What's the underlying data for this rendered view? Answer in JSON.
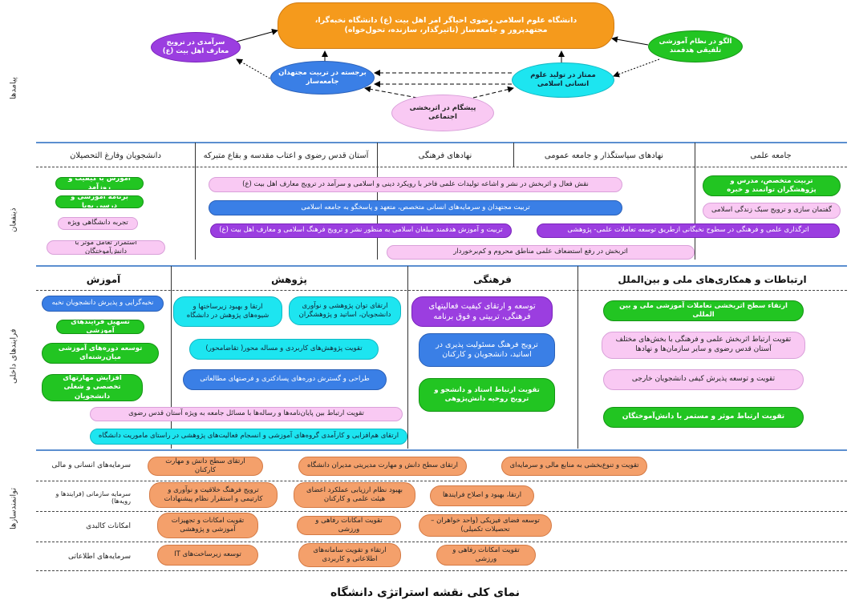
{
  "outcomes": {
    "side_label": "پیامدها",
    "top": "دانشگاه علوم اسلامی رضوی احیاگر امر اهل بیت (ع) دانشگاه نخبه‌گرا، مجتهدپرور و جامعه‌ساز (تاثیرگذار، سازنده، تحول‌خواه)",
    "left_purple": "سرآمدی در ترویج معارف اهل بیت (ع)",
    "blue_oval": "برجسته در تربیت مجتهدان جامعه‌ساز",
    "cyan_oval": "ممتاز در تولید علوم انسانی اسلامی",
    "green_oval": "الگو در نظام آموزشی تلفیقی هدفمند",
    "pink_oval": "پیشگام در اثربخشی اجتماعی"
  },
  "stakeholders": {
    "side_label": "ذینفعان",
    "headers": [
      "جامعه علمی",
      "نهادهای سیاستگذار و جامعه عمومی",
      "نهادهای فرهنگی",
      "آستان قدس رضوی و اعتاب مقدسه و بقاع متبرکه",
      "دانشجویان وفارغ التحصیلان"
    ],
    "right_items": [
      "تربیت متخصص، مدرس و پژوهشگران توانمند و خبره",
      "گفتمان سازی و ترویج سبک زندگی اسلامی"
    ],
    "left_items": [
      "آموزش با کیفیت و روزآمد",
      "برنامه آموزشی و درسی پویا",
      "تجربه دانشگاهی ویژه",
      "استمرار تعامل موثر با دانش‌آموختگان"
    ],
    "wide_items": [
      "نقش فعال و اثربخش در نشر و اشاعه تولیدات علمی فاخر با رویکرد دینی و اسلامی و سرآمد در ترویج معارف اهل بیت (ع)",
      "تربیت مجتهدان و سرمایه‌های انسانی متخصص، متعهد و پاسخگو به جامعه اسلامی",
      "تربیت و آموزش هدفمند مبلغان اسلامی به منظور نشر و ترویج فرهنگ اسلامی و معارف اهل بیت (ع)",
      "اثرگذاری علمی و فرهنگی در سطوح نخبگانی ازطریق توسعه تعاملات علمی- پژوهشی",
      "اثربخش در رفع استضعاف علمی مناطق محروم و کم‌برخوردار"
    ]
  },
  "processes": {
    "side_label": "فرایندهای داخلی",
    "headers": [
      "ارتباطات و همکاری‌های ملی و بین‌الملل",
      "فرهنگی",
      "پژوهش",
      "آموزش"
    ],
    "intl": [
      "ارتقاء سطح اثربخشی تعاملات آموزشی ملی و بین المللی",
      "تقویت ارتباط اثربخش علمی و فرهنگی با بخش‌های مختلف آستان قدس رضوی و سایر سازمان‌ها و نهادها",
      "تقویت و توسعه پذیرش کیفی دانشجویان خارجی",
      "تقویت ارتباط موثر و مستمر با دانش‌آموختگان"
    ],
    "cultural": [
      "توسعه و ارتقای کیفیت فعالیتهای فرهنگی، تربیتی و فوق برنامه",
      "ترویج فرهنگ مسئولیت پذیری در اساتید، دانشجویان و کارکنان",
      "تقویت ارتباط استاد و دانشجو و ترویج روحیه دانش‌پژوهی"
    ],
    "research": [
      "ارتقای توان پژوهشی و نوآوری دانشجویان، اساتید و پژوهشگران",
      "ارتقا و بهبود زیرساختها و شیوه‌های پژوهش در دانشگاه",
      "تقویت پژوهش‌های کاربردی و مساله محور( تقاضامحور)",
      "طراحی و گسترش دوره‌های پسادکتری و فرصتهای مطالعاتی"
    ],
    "education": [
      "نخبه‌گرایی و پذیرش دانشجویان نخبه",
      "تسهیل فرایندهای آموزشی",
      "توسعه دوره‌های آموزشی میان‌رشته‌ای",
      "افزایش مهارتهای تخصصی و شغلی دانشجویان"
    ],
    "wide": [
      "تقویت ارتباط بین پایان‌نامه‌ها و رساله‌ها با مسائل جامعه به ویژه آستان قدس رضوی",
      "ارتقای هم‌افزایی و کارآمدی گروه‌های آموزشی و انسجام فعالیت‌های پژوهشی در راستای ماموریت دانشگاه"
    ]
  },
  "capabilities": {
    "side_label": "توانمندسازها",
    "rows": [
      {
        "label": "سرمایه‌های انسانی و مالی",
        "items": [
          "تقویت و تنوع‌بخشی به منابع مالی و سرمایه‌ای",
          "ارتقای سطح دانش و مهارت مدیریتی مدیران دانشگاه",
          "ارتقای سطح دانش و مهارت کارکنان"
        ]
      },
      {
        "label": "سرمایه سازمانی (فرایندها و رویه‌ها)",
        "items": [
          "ارتقا، بهبود و اصلاح فرایندها",
          "بهبود نظام ارزیابی عملکرد اعضای هیئت علمی و کارکنان",
          "ترویج فرهنگ خلاقیت و نوآوری و کارتیمی و استقرار نظام پیشنهادات"
        ]
      },
      {
        "label": "امکانات کالبدی",
        "items": [
          "توسعه فضای فیزیکی (واحد خواهران – تحصیلات تکمیلی)",
          "تقویت امکانات رفاهی و ورزشی",
          "تقویت امکانات و تجهیزات آموزشی و پژوهشی"
        ]
      },
      {
        "label": "سرمایه‌های اطلاعاتی",
        "items": [
          "تقویت امکانات رفاهی و ورزشی",
          "ارتقاء و تقویت سامانه‌های اطلاعاتی و کاربردی",
          "توسعه زیرساخت‌های IT"
        ]
      }
    ]
  },
  "title": "نمای کلی نقشه استراتژی دانشگاه",
  "colors": {
    "orange_top": "#f59a1c",
    "purple": "#9b3ee0",
    "blue": "#3a7fe6",
    "cyan": "#1de5f0",
    "green": "#22c522",
    "pink": "#f9c9f3",
    "salmon": "#f4a06b",
    "divider": "#5b8fd0"
  }
}
